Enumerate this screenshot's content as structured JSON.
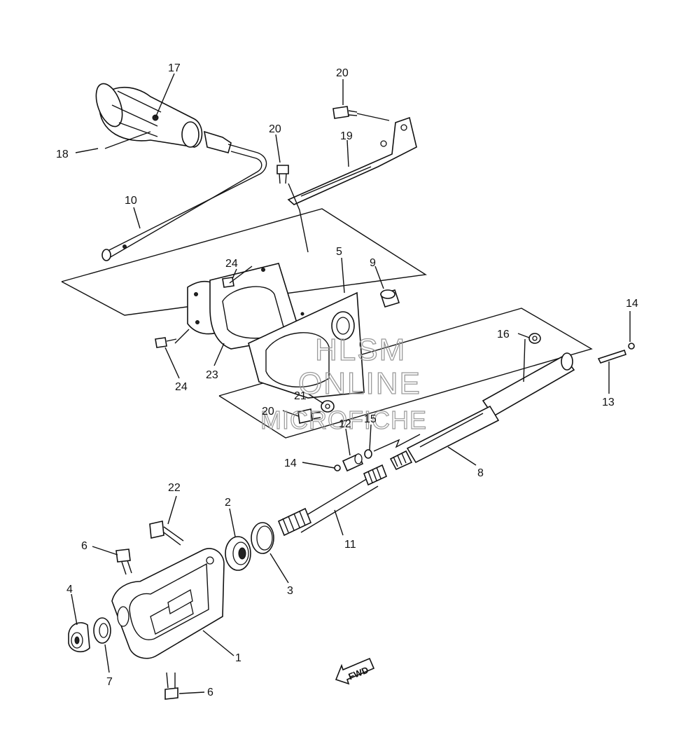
{
  "callouts": [
    "1",
    "2",
    "3",
    "4",
    "5",
    "6",
    "6",
    "7",
    "8",
    "9",
    "10",
    "11",
    "12",
    "13",
    "14",
    "14",
    "15",
    "16",
    "17",
    "18",
    "19",
    "20",
    "20",
    "20",
    "21",
    "22",
    "23",
    "24",
    "24"
  ],
  "watermark": {
    "line1": "HLSM",
    "line2": "ONLINE",
    "line3": "MICROFICHE"
  },
  "direction_marker": "FWD"
}
